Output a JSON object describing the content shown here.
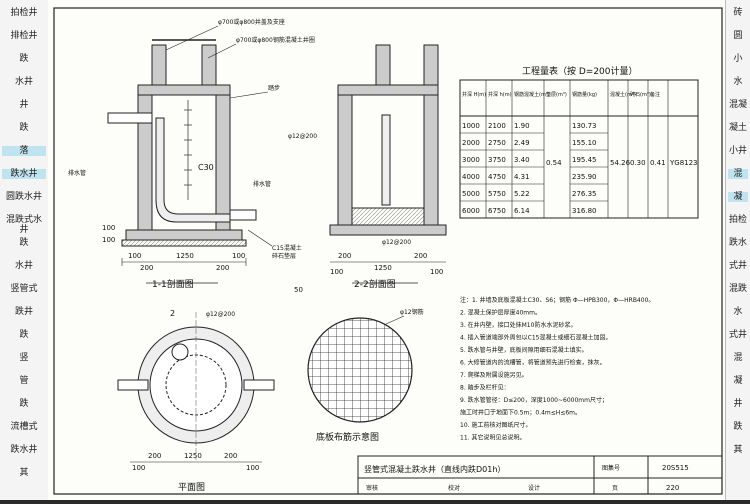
{
  "sidebar_left": {
    "items": [
      {
        "text": "拍检井"
      },
      {
        "text": "排检井"
      },
      {
        "text": "跌"
      },
      {
        "text": "水井"
      },
      {
        "text": "井"
      },
      {
        "text": "跌"
      },
      {
        "text": "落"
      },
      {
        "text": "跌水井"
      },
      {
        "text": "圆跌水井"
      },
      {
        "text": "混跌式水井"
      },
      {
        "text": "跌"
      },
      {
        "text": "水井"
      },
      {
        "text": "竖管式"
      },
      {
        "text": "跌井"
      },
      {
        "text": "跌"
      },
      {
        "text": "竖"
      },
      {
        "text": "管"
      },
      {
        "text": "跌"
      },
      {
        "text": "流槽式"
      },
      {
        "text": "跌水井"
      },
      {
        "text": "其"
      }
    ]
  },
  "sidebar_right": {
    "items": [
      {
        "text": "砖"
      },
      {
        "text": "圆"
      },
      {
        "text": "小"
      },
      {
        "text": "水"
      },
      {
        "text": "混凝"
      },
      {
        "text": "凝土"
      },
      {
        "text": "小井"
      },
      {
        "text": "混"
      },
      {
        "text": "凝"
      },
      {
        "text": "拍检"
      },
      {
        "text": "跌水"
      },
      {
        "text": "式井"
      },
      {
        "text": "混跌"
      },
      {
        "text": "水"
      },
      {
        "text": "式井"
      },
      {
        "text": "混"
      },
      {
        "text": "凝"
      },
      {
        "text": "井"
      },
      {
        "text": "跌"
      },
      {
        "text": "其"
      }
    ]
  },
  "drawing": {
    "sec11": {
      "label_top1": "φ700或φ800井盖及支座",
      "label_top2": "φ700或φ800钢筋混凝土井圈",
      "label_ladder": "踏步",
      "label_water": "排水管",
      "label_c30": "C30",
      "label_pipe": "排水管",
      "label_bottom": "C15混凝土",
      "label_gravel": "碎石垫层",
      "dims_bottom": [
        "100",
        "200",
        "1250",
        "200",
        "100"
      ],
      "dims_side": [
        "50",
        "100",
        "100"
      ],
      "title": "1-1剖面图"
    },
    "sec22": {
      "label_rebar": "φ12@200",
      "label_rebar2": "φ12@200",
      "dims_bottom": [
        "200",
        "1250",
        "200"
      ],
      "dims_bottom2": [
        "100",
        "100"
      ],
      "title": "2-2剖面图"
    },
    "plan": {
      "label_rebar": "φ12@200",
      "dims": [
        "100",
        "200",
        "1250",
        "200",
        "100"
      ],
      "title": "平面图",
      "marker": "2"
    },
    "grid": {
      "label": "φ12钢筋",
      "title": "底板布筋示意图"
    },
    "middle_num": "50"
  },
  "table": {
    "title": "工程量表（按 D=200计量）",
    "headers": [
      "井深 H(m)",
      "井深 h(m)",
      "钢筋混凝土(m³)",
      "垫层(m³)",
      "钢筋量(kg)",
      "混凝土(m³)",
      "碎石(m³)",
      "备注"
    ],
    "rows": [
      [
        "1000",
        "2100",
        "1.90",
        "",
        "130.73",
        "",
        "",
        "",
        ""
      ],
      [
        "2000",
        "2750",
        "2.49",
        "",
        "155.10",
        "",
        "",
        "",
        ""
      ],
      [
        "3000",
        "3750",
        "3.40",
        "0.54",
        "195.45",
        "54.26",
        "0.30",
        "0.41",
        "YG8123"
      ],
      [
        "4000",
        "4750",
        "4.31",
        "",
        "235.90",
        "",
        "",
        "",
        ""
      ],
      [
        "5000",
        "5750",
        "5.22",
        "",
        "276.35",
        "",
        "",
        "",
        ""
      ],
      [
        "6000",
        "6750",
        "6.14",
        "",
        "316.80",
        "",
        "",
        "",
        ""
      ]
    ]
  },
  "notes": {
    "lines": [
      "注：1. 井墙及底板混凝土C30、S6；钢筋 Φ—HPB300，Φ—HRB400。",
      "2. 混凝土保护层厚度40mm。",
      "3. 在井内壁，接口处抹M10防水水泥砂浆。",
      "4. 插入管道端部外周包以C15混凝土或细石混凝土加固。",
      "5. 跌水管与井壁，底板间隙用细石混凝土填实。",
      "6. 大修管道内的流槽管，将管道预先进行检查，抹灰。",
      "7. 爬梯及附属设施另见。",
      "8. 踏步及栏杆见：",
      "9. 跌水管管径：D≤200，深度1000~6000mm尺寸；",
      "   施工时井口于地面下0.5m；0.4m≤H≤6m。",
      "10. 施工前核对图纸尺寸。",
      "11. 其它说明见总说明。"
    ]
  },
  "titleblock": {
    "title": "竖管式混凝土跌水井（直线内跌D01h）",
    "atlas_label": "图集号",
    "atlas_no": "20S515",
    "page_label": "页",
    "page_no": "220",
    "row2": [
      "审核",
      "校对",
      "设计"
    ]
  }
}
